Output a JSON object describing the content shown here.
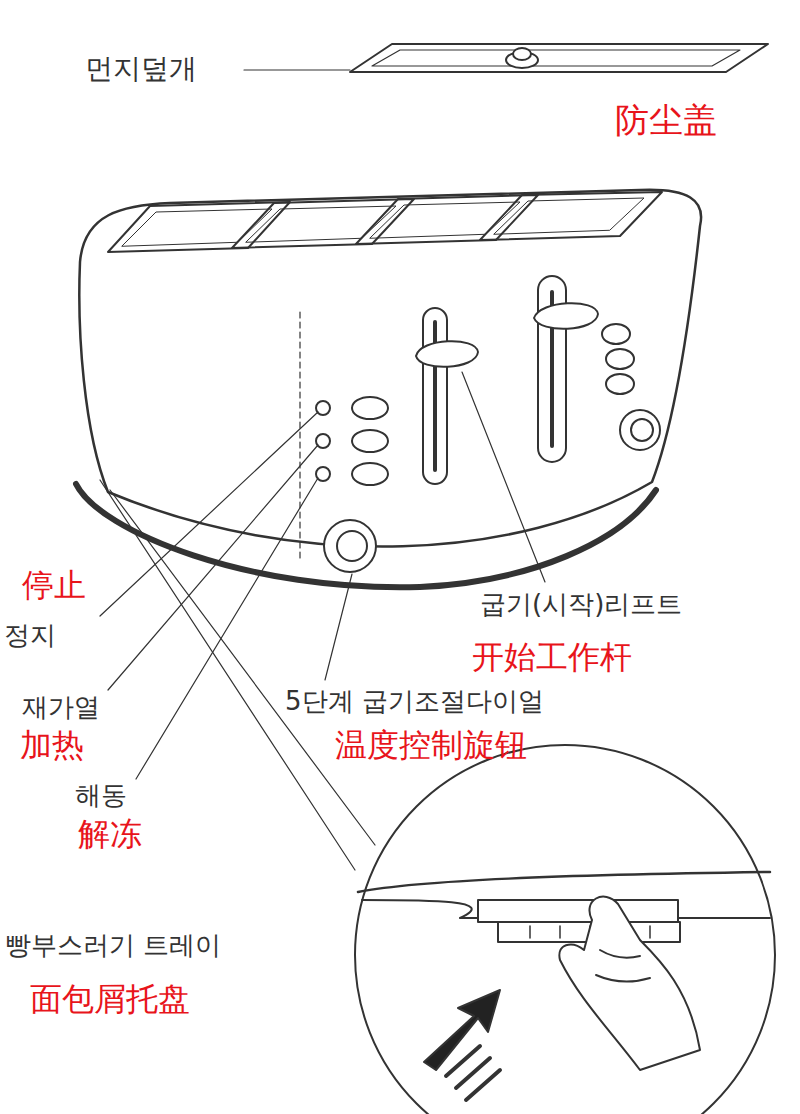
{
  "diagram": {
    "labels": [
      "먼지덮개",
      "防尘盖",
      "停止",
      "굽기(시작)리프트",
      "정지",
      "开始工作杆",
      "재가열",
      "5단계 굽기조절다이얼",
      "加热",
      "温度控制旋钮",
      "해동",
      "解冻",
      "빵부스러기 트레이",
      "面包屑托盘"
    ]
  }
}
